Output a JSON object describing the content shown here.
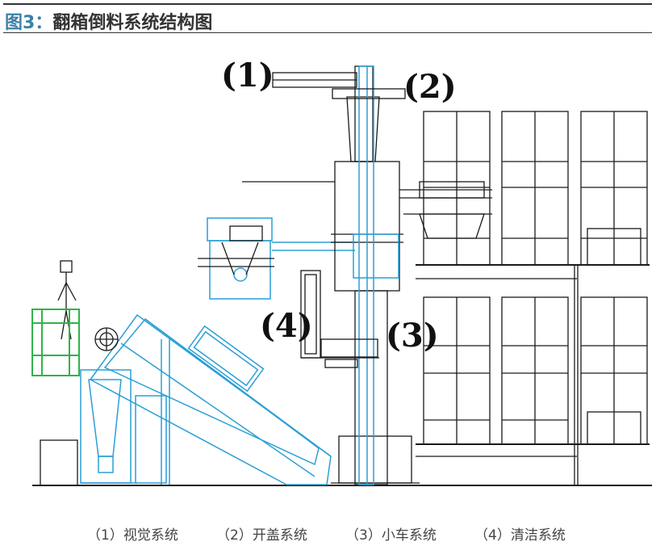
{
  "figure": {
    "label": "图3：",
    "title": "翻箱倒料系统结构图"
  },
  "callouts": [
    "(1)",
    "(2)",
    "(3)",
    "(4)"
  ],
  "legend": [
    "（1）视觉系统",
    "（2）开盖系统",
    "（3）小车系统",
    "（4）清洁系统"
  ],
  "colors": {
    "title_accent": "#3b82a6",
    "line_black": "#1a1a1a",
    "line_blue": "#2a9fd6",
    "line_green": "#2fb34a"
  }
}
